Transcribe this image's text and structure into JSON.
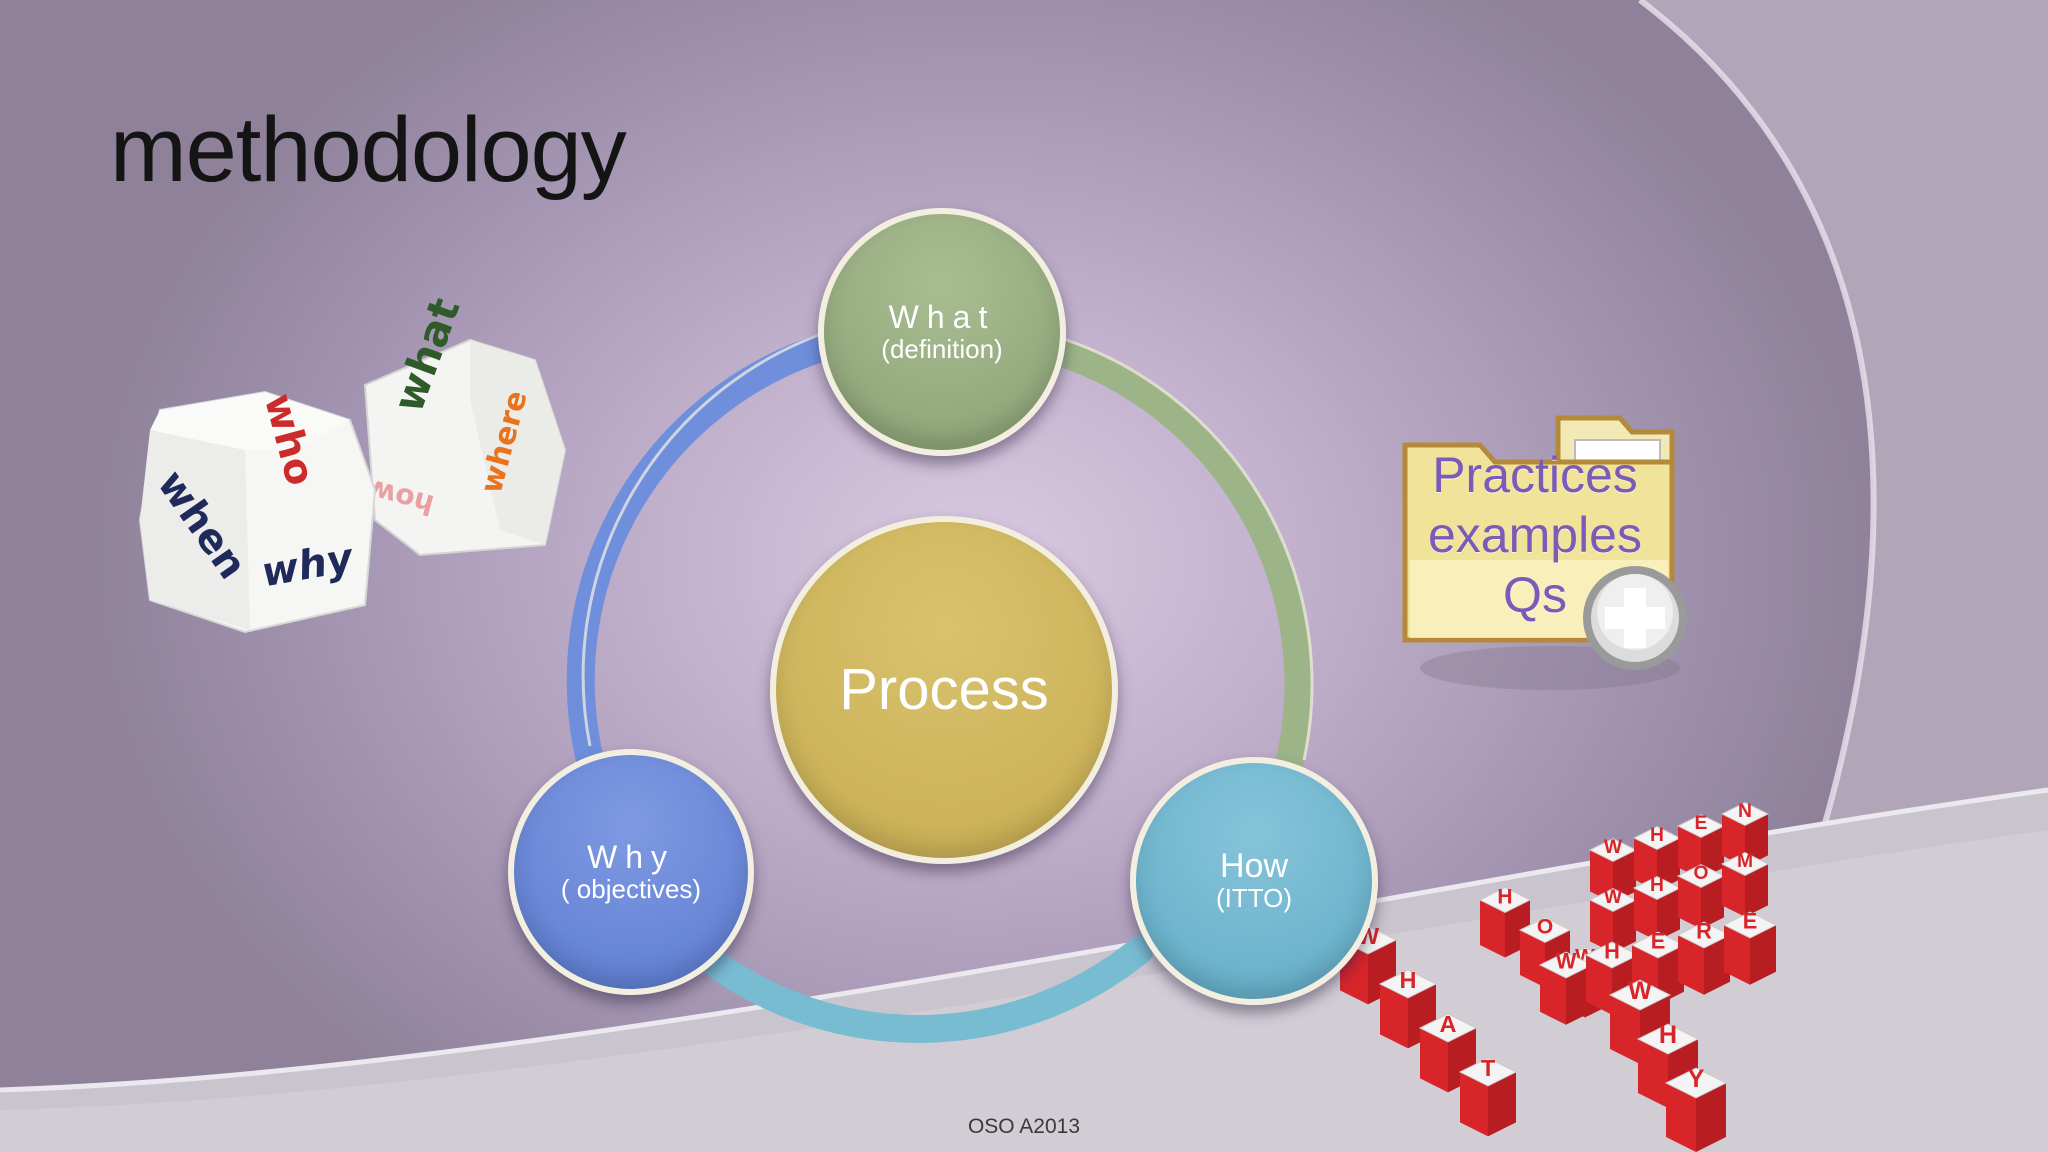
{
  "slide": {
    "title": "methodology",
    "footer": "OSO A2013"
  },
  "cycle": {
    "center": {
      "label": "Process"
    },
    "what": {
      "label": "What",
      "sub": "(definition)"
    },
    "why": {
      "label": "Why",
      "sub": "( objectives)"
    },
    "how": {
      "label": "How",
      "sub": "(ITTO)"
    }
  },
  "folder": {
    "line1": "Practices",
    "line2": "examples",
    "line3": "Qs"
  },
  "dice": {
    "left_top": "who",
    "left_left": "when",
    "left_right": "why",
    "right_top": "what",
    "right_left": "how",
    "right_right": "where"
  },
  "letter_cubes": {
    "words": [
      "WHEN",
      "WHOM",
      "HOW",
      "WHAT",
      "WHERE",
      "WHY"
    ]
  },
  "colors": {
    "what": "#93a97d",
    "why": "#6684d6",
    "how": "#6cb3cc",
    "process": "#ccb35a",
    "cube_red": "#d8252a"
  }
}
